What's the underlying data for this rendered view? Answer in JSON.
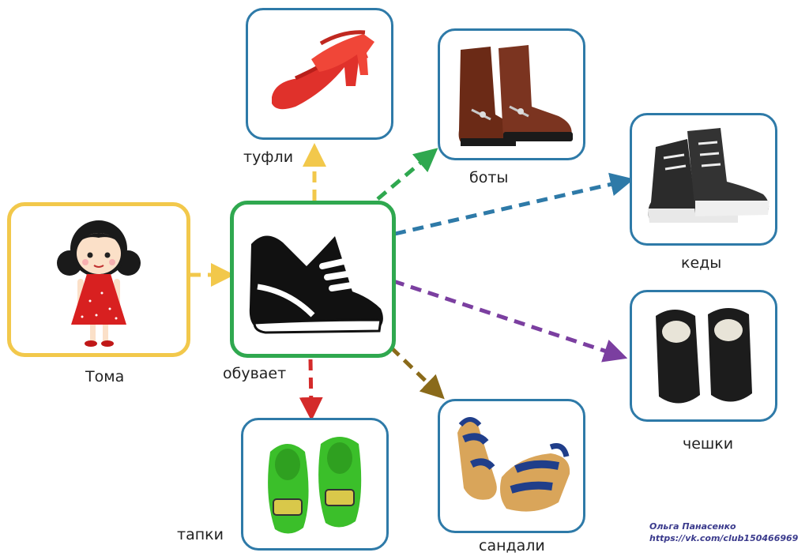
{
  "subject": {
    "label": "Тома"
  },
  "verb": {
    "label": "обувает"
  },
  "items": [
    {
      "key": "tufli",
      "label": "туфли"
    },
    {
      "key": "boty",
      "label": "боты"
    },
    {
      "key": "kedy",
      "label": "кеды"
    },
    {
      "key": "cheshki",
      "label": "чешки"
    },
    {
      "key": "sandali",
      "label": "сандали"
    },
    {
      "key": "tapki",
      "label": "тапки"
    }
  ],
  "credit": {
    "author": "Ольга Панасенко",
    "url": "https://vk.com/club150466969"
  },
  "colors": {
    "subject_border": "#f2c84b",
    "verb_border": "#2fa84f",
    "item_border": "#2e7aa8",
    "arrow_tufli": "#f2c84b",
    "arrow_boty": "#2fa84f",
    "arrow_kedy": "#2e7aa8",
    "arrow_cheshki": "#7b3fa0",
    "arrow_sandali": "#8a6a1a",
    "arrow_tapki": "#d42a2a",
    "arrow_subject": "#f2c84b"
  }
}
